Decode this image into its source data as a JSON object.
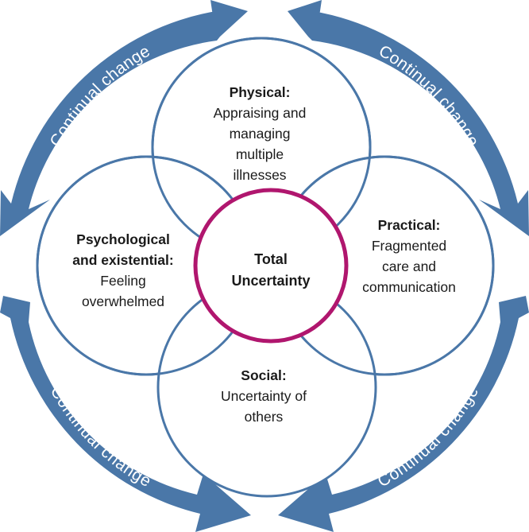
{
  "continual_change": [
    "Continual  change",
    "Continual  change",
    "Continual  change",
    "Continual  change"
  ],
  "center": {
    "lines": [
      "Total",
      "Uncertainty"
    ]
  },
  "physical": {
    "title": "Physical:",
    "lines": [
      "Appraising and",
      "managing",
      "multiple",
      "illnesses"
    ]
  },
  "practical": {
    "title": "Practical:",
    "lines": [
      "Fragmented",
      "care and",
      "communication"
    ]
  },
  "social": {
    "title": "Social:",
    "lines": [
      "Uncertainty of",
      "others"
    ]
  },
  "psychological": {
    "title_lines": [
      "Psychological",
      "and existential:"
    ],
    "lines": [
      "Feeling",
      "overwhelmed"
    ]
  },
  "colors": {
    "arrow": "#4a77a8",
    "circle_stroke": "#4a77a8",
    "center_stroke": "#b0166e",
    "text": "#1a1a1a"
  }
}
